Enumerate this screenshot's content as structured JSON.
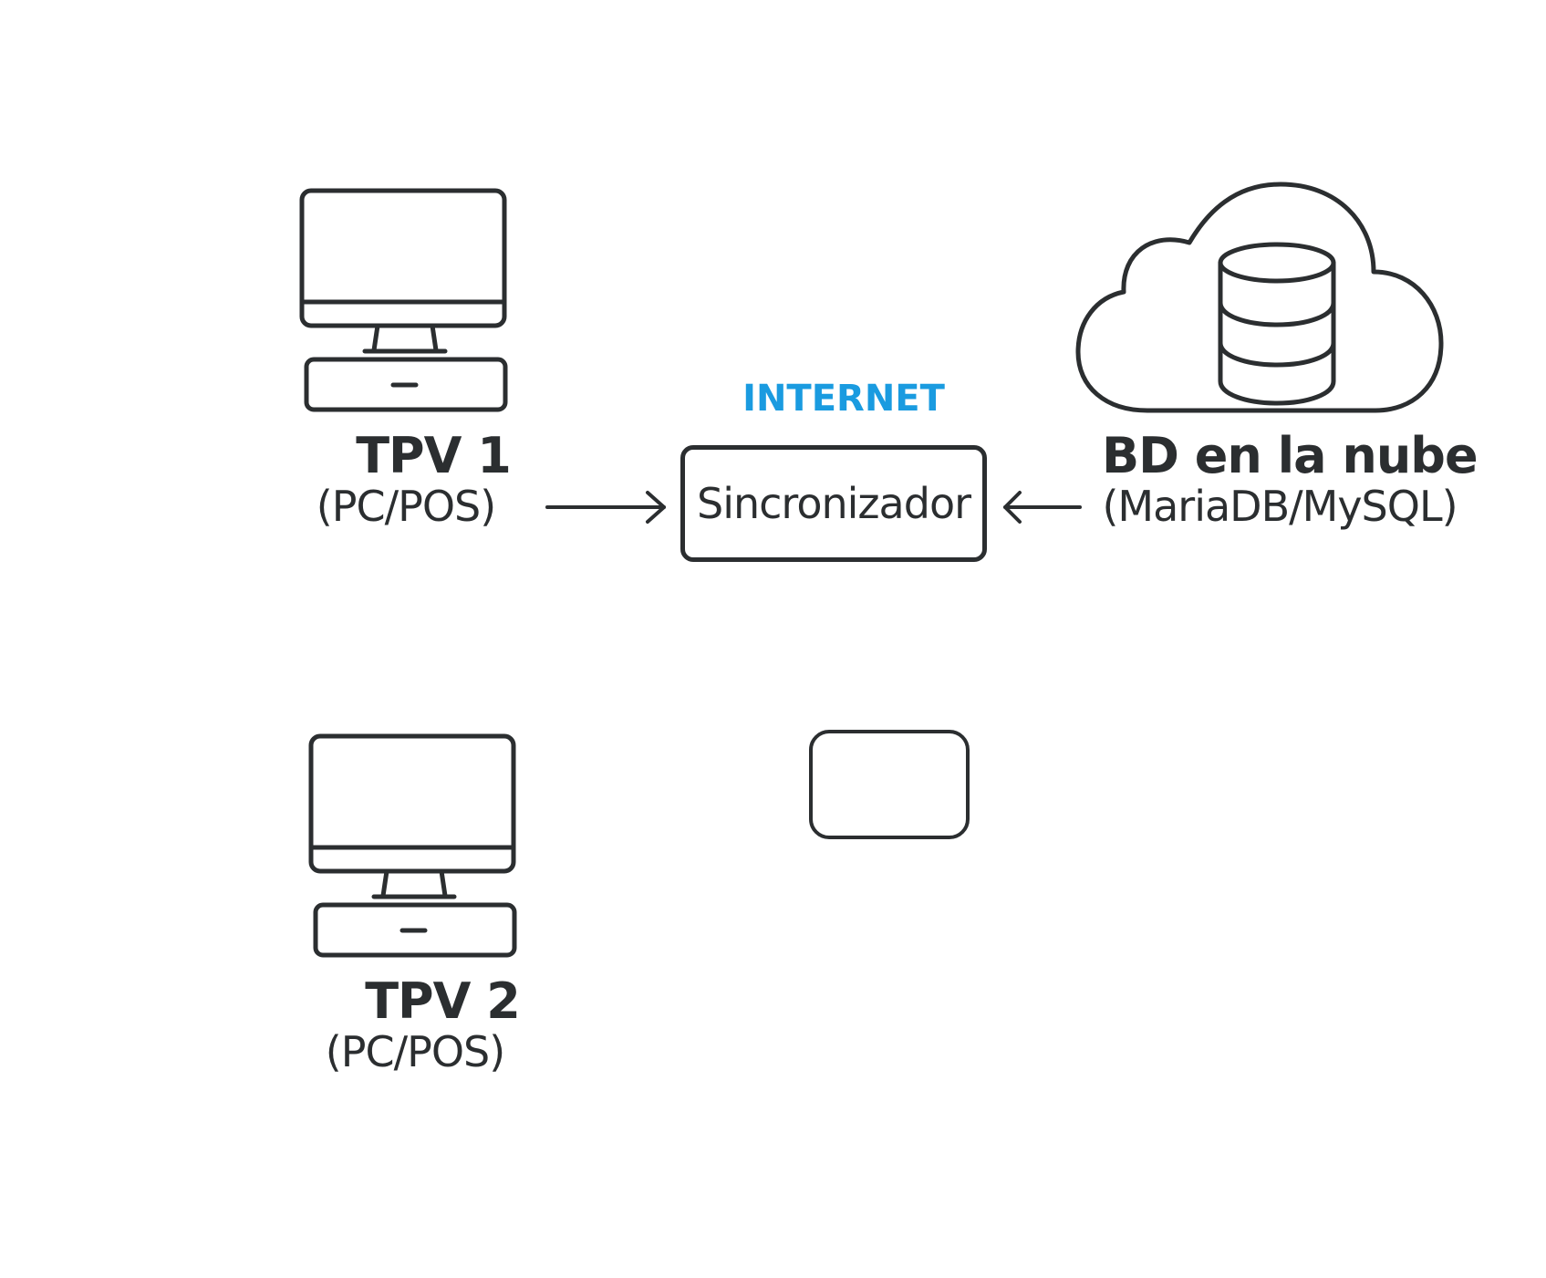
{
  "nodes": {
    "tpv1": {
      "title": "TPV 1",
      "subtitle": "(PC/POS)",
      "icon": "desktop-computer-icon"
    },
    "tpv2": {
      "title": "TPV 2",
      "subtitle": "(PC/POS)",
      "icon": "desktop-computer-icon"
    },
    "sync": {
      "label": "Sincronizador"
    },
    "cloud_db": {
      "title": "BD en la nube",
      "subtitle": "(MariaDB/MySQL)",
      "icon": "cloud-database-icon"
    },
    "empty_box": {
      "label": ""
    }
  },
  "internet_label": "INTERNET",
  "colors": {
    "stroke": "#2b2e30",
    "accent": "#1a9be0",
    "background": "#ffffff"
  },
  "edges": [
    {
      "from": "tpv1",
      "to": "sync",
      "direction": "right"
    },
    {
      "from": "cloud_db",
      "to": "sync",
      "direction": "left"
    }
  ]
}
